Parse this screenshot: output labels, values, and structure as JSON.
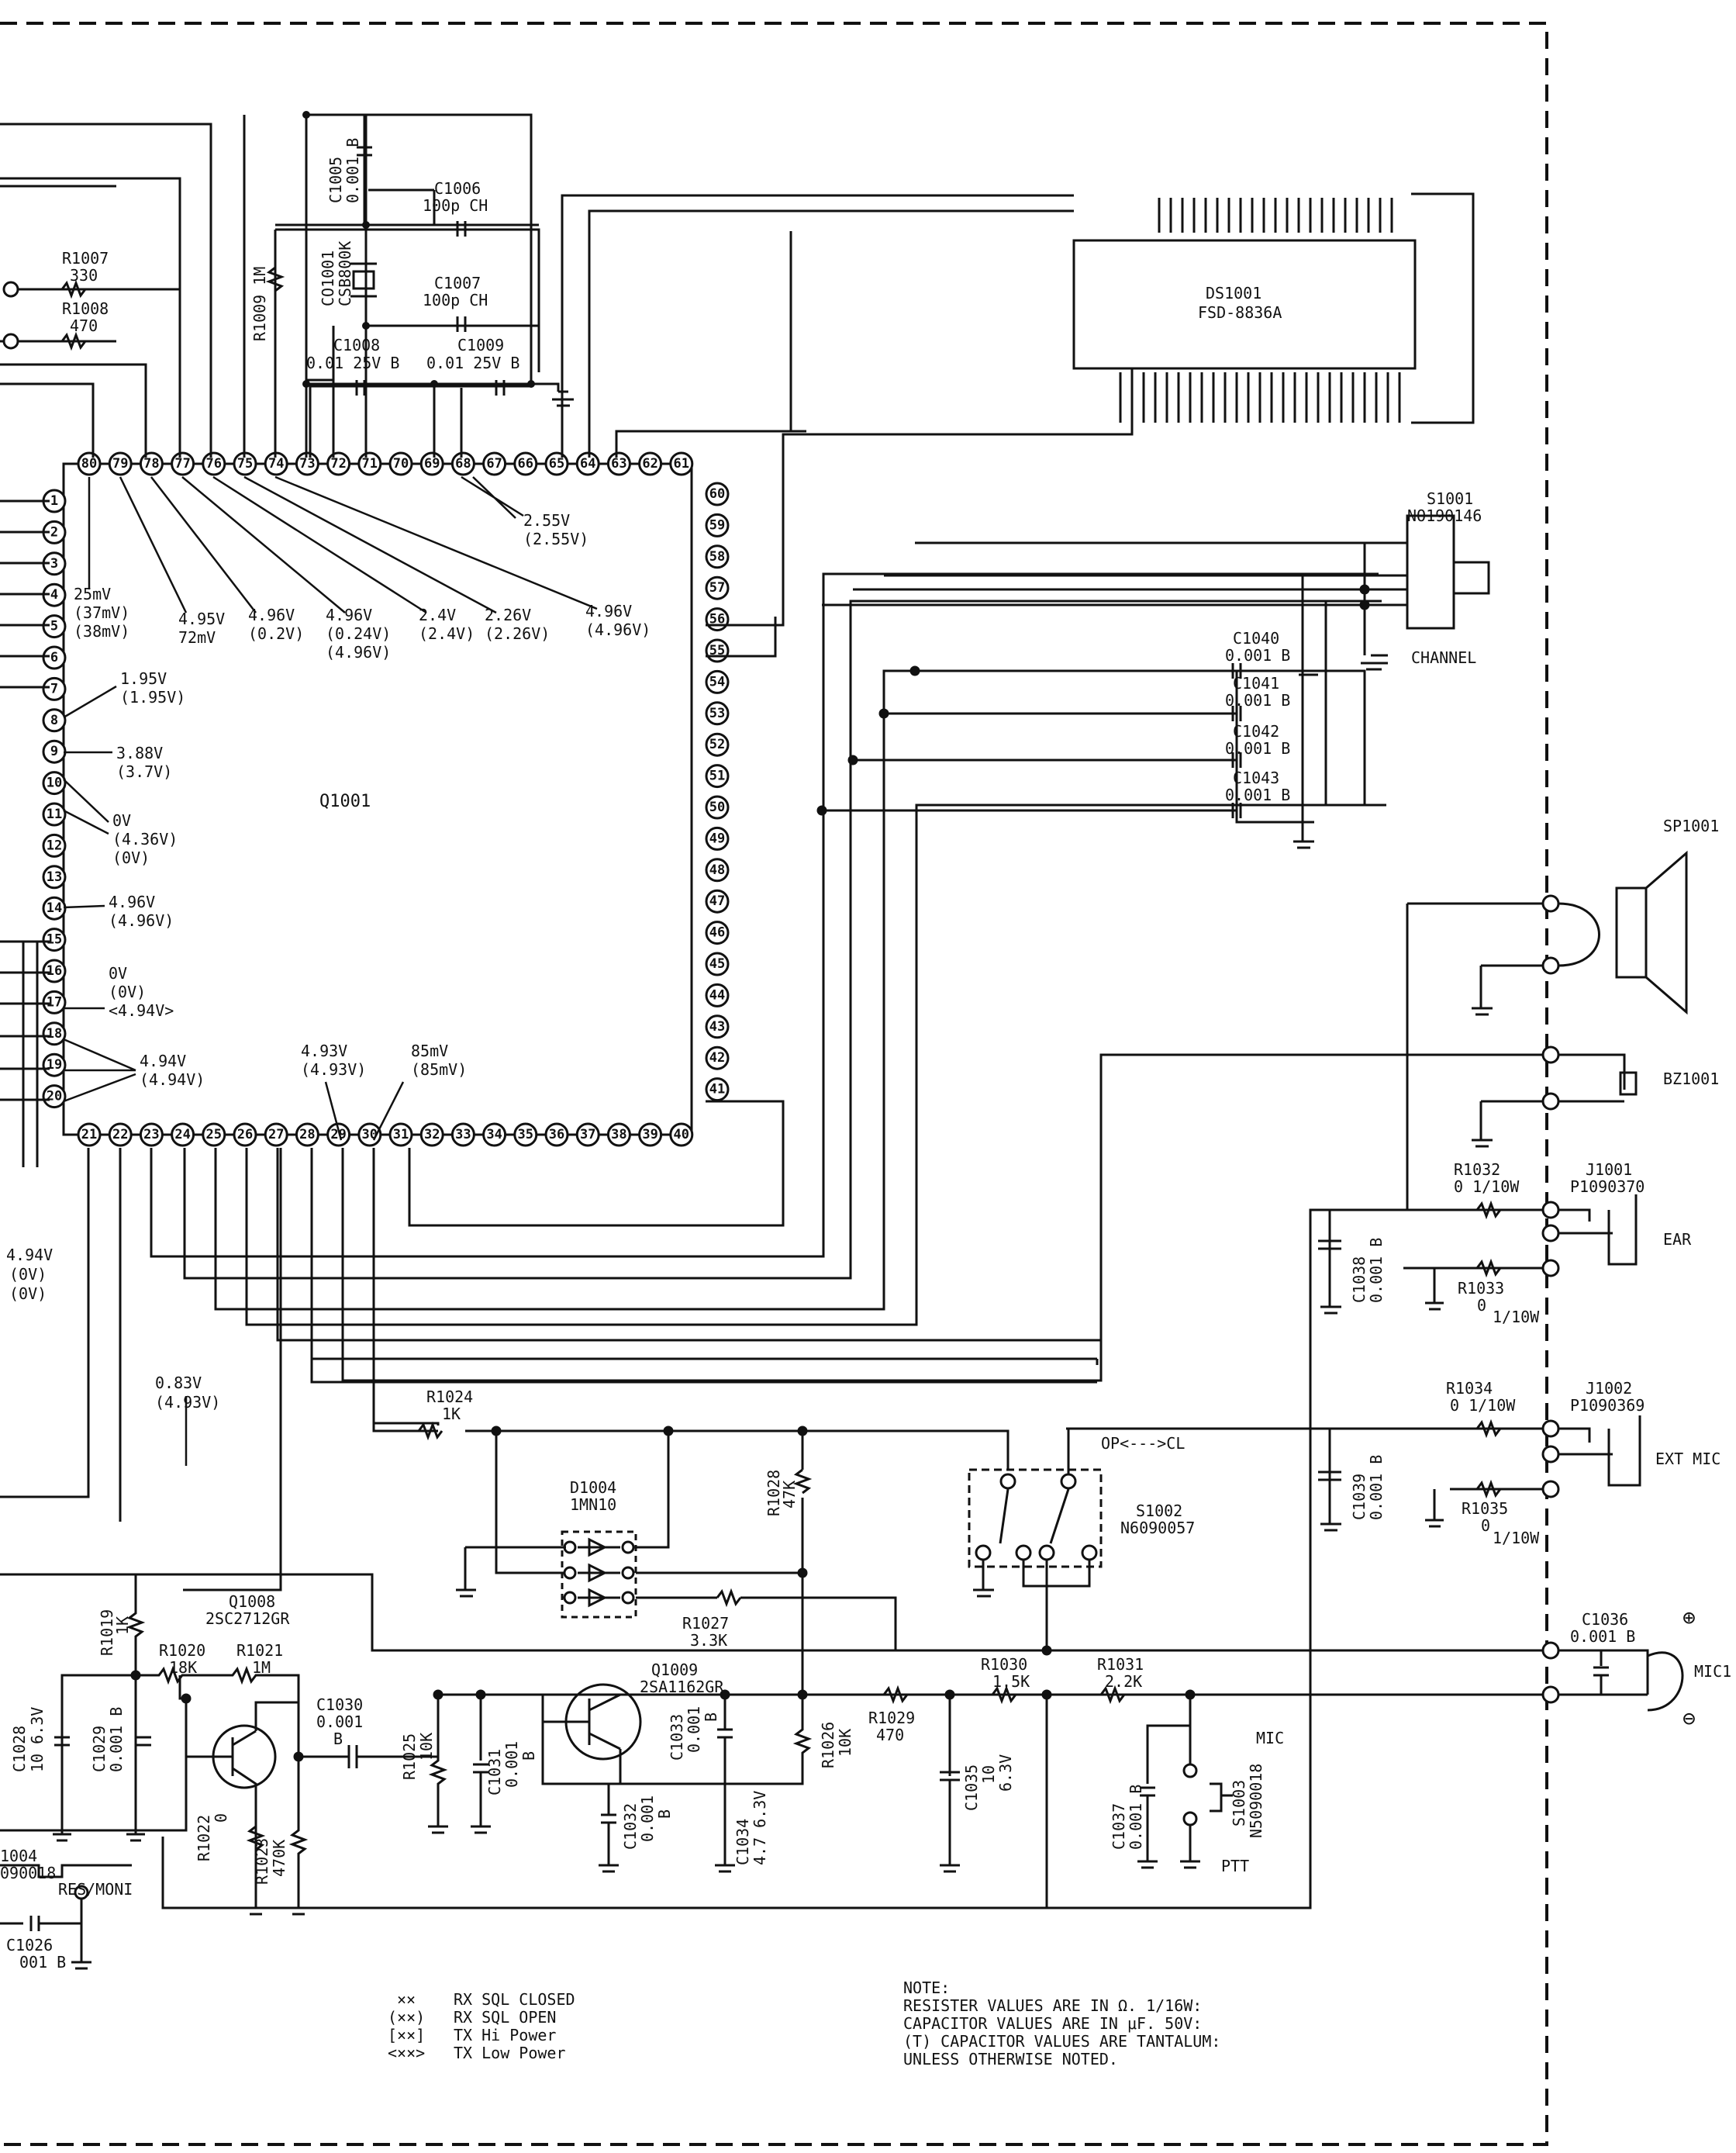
{
  "ic": {
    "name": "Q1001",
    "top_pins": [
      "80",
      "79",
      "78",
      "77",
      "76",
      "75",
      "74",
      "73",
      "72",
      "71",
      "70",
      "69",
      "68",
      "67",
      "66",
      "65",
      "64",
      "63",
      "62",
      "61"
    ],
    "left_pins": [
      "1",
      "2",
      "3",
      "4",
      "5",
      "6",
      "7",
      "8",
      "9",
      "10",
      "11",
      "12",
      "13",
      "14",
      "15",
      "16",
      "17",
      "18",
      "19",
      "20"
    ],
    "bottom_pins": [
      "21",
      "22",
      "23",
      "24",
      "25",
      "26",
      "27",
      "28",
      "29",
      "30",
      "31",
      "32",
      "33",
      "34",
      "35",
      "36",
      "37",
      "38",
      "39",
      "40"
    ],
    "right_pins": [
      "60",
      "59",
      "58",
      "57",
      "56",
      "55",
      "54",
      "53",
      "52",
      "51",
      "50",
      "49",
      "48",
      "47",
      "46",
      "45",
      "44",
      "43",
      "42",
      "41"
    ]
  },
  "voltages": {
    "p80": [
      "25mV",
      "(37mV)",
      "(38mV)"
    ],
    "p79": [
      "4.95V",
      "72mV"
    ],
    "p78": [
      "4.96V",
      "(0.2V)"
    ],
    "p77": [
      "4.96V",
      "(0.24V)",
      "(4.96V)"
    ],
    "p76": [
      "2.4V",
      "(2.4V)"
    ],
    "p75": [
      "2.26V",
      "(2.26V)"
    ],
    "p74": [
      "4.96V",
      "(4.96V)"
    ],
    "p68": [
      "2.55V",
      "(2.55V)"
    ],
    "p8": [
      "1.95V",
      "(1.95V)"
    ],
    "p9": [
      "3.88V",
      "(3.7V)"
    ],
    "p10": [
      "0V",
      "(4.36V)",
      "(0V)"
    ],
    "p14": [
      "4.96V",
      "(4.96V)"
    ],
    "p17": [
      "0V",
      "(0V)",
      "<4.94V>"
    ],
    "p19": [
      "4.94V",
      "(4.94V)"
    ],
    "p29": [
      "4.93V",
      "(4.93V)"
    ],
    "p30": [
      "85mV",
      "(85mV)"
    ],
    "left": [
      "4.94V",
      "(0V)",
      "(0V)"
    ],
    "mid": [
      "0.83V",
      "(4.93V)"
    ]
  },
  "components": {
    "C1005": [
      "C1005",
      "0.001 B"
    ],
    "C1006": [
      "C1006",
      "100p CH"
    ],
    "C1007": [
      "C1007",
      "100p CH"
    ],
    "CO1001": [
      "CO1001",
      "CSB800K"
    ],
    "R1009": [
      "R1009 1M"
    ],
    "C1008": [
      "C1008",
      "0.01  25V  B"
    ],
    "C1009": [
      "C1009",
      "0.01 25V  B"
    ],
    "R1007": [
      "R1007",
      "330"
    ],
    "R1008": [
      "R1008",
      "470"
    ],
    "DS1001": [
      "DS1001",
      "FSD-8836A"
    ],
    "S1001": [
      "S1001",
      "NO190146",
      "CHANNEL"
    ],
    "C1040": [
      "C1040",
      "0.001 B"
    ],
    "C1041": [
      "C1041",
      "0.001 B"
    ],
    "C1042": [
      "C1042",
      "0.001 B"
    ],
    "C1043": [
      "C1043",
      "0.001 B"
    ],
    "SP1001": [
      "SP1001"
    ],
    "BZ1001": [
      "BZ1001"
    ],
    "R1032": [
      "R1032",
      "0 1/10W"
    ],
    "J1001": [
      "J1001",
      "P1090370",
      "EAR"
    ],
    "C1038": [
      "C1038",
      "0.001 B"
    ],
    "R1033": [
      "R1033",
      "0",
      "1/10W"
    ],
    "R1034": [
      "R1034",
      "0  1/10W"
    ],
    "J1002": [
      "J1002",
      "P1090369",
      "EXT MIC"
    ],
    "C1039": [
      "C1039",
      "0.001 B"
    ],
    "R1035": [
      "R1035",
      "0",
      "1/10W"
    ],
    "R1024": [
      "R1024",
      "1K"
    ],
    "D1004": [
      "D1004",
      "1MN10"
    ],
    "R1028": [
      "R1028",
      "47K"
    ],
    "S1002": [
      "S1002",
      "N6090057",
      "OP<--->CL"
    ],
    "R1027": [
      "R1027",
      "3.3K"
    ],
    "C1036": [
      "C1036",
      "0.001 B",
      "MIC1"
    ],
    "Q1008": [
      "Q1008",
      "2SC2712GR"
    ],
    "R1019": [
      "R1019",
      "1K"
    ],
    "R1020": [
      "R1020",
      "18K"
    ],
    "R1021": [
      "R1021",
      "1M"
    ],
    "C1030": [
      "C1030",
      "0.001",
      "B"
    ],
    "C1028": [
      "C1028",
      "10 6.3V"
    ],
    "C1029": [
      "C1029",
      "0.001 B"
    ],
    "R1022": [
      "R1022",
      "0"
    ],
    "R1023": [
      "R1023",
      "470K"
    ],
    "Q1009": [
      "Q1009",
      "2SA1162GR"
    ],
    "R1025": [
      "R1025",
      "10K"
    ],
    "C1031": [
      "C1031",
      "0.001",
      "B"
    ],
    "C1033": [
      "C1033",
      "0.001",
      "B"
    ],
    "R1026": [
      "R1026",
      "10K"
    ],
    "R1029": [
      "R1029",
      "470"
    ],
    "R1030": [
      "R1030",
      "1.5K"
    ],
    "R1031": [
      "R1031",
      "2.2K"
    ],
    "C1032": [
      "C1032",
      "0.001",
      "B"
    ],
    "C1034": [
      "C1034",
      "4.7 6.3V"
    ],
    "C1035": [
      "C1035",
      "10",
      "6.3V"
    ],
    "C1037": [
      "C1037",
      "0.001 B"
    ],
    "S1003": [
      "S1003",
      "N5090018",
      "MIC",
      "PTT"
    ],
    "S1004": [
      "1004",
      "090018",
      "RES/MONI"
    ],
    "C1026": [
      "C1026",
      "001 B"
    ]
  },
  "legend": {
    "rows": [
      {
        "symbol": "××",
        "text": "RX SQL CLOSED"
      },
      {
        "symbol": "(××)",
        "text": "RX SQL OPEN"
      },
      {
        "symbol": "[××]",
        "text": "TX Hi Power"
      },
      {
        "symbol": "<××>",
        "text": "TX Low Power"
      }
    ]
  },
  "note": {
    "lines": [
      "NOTE:",
      "RESISTER VALUES ARE IN Ω. 1/16W:",
      "CAPACITOR VALUES ARE IN μF. 50V:",
      "(T) CAPACITOR VALUES ARE TANTALUM:",
      "UNLESS OTHERWISE NOTED."
    ]
  },
  "symbols": {
    "plus": "⊕",
    "minus": "⊖"
  },
  "colors": {
    "ink": "#111111",
    "paper": "#ffffff"
  }
}
